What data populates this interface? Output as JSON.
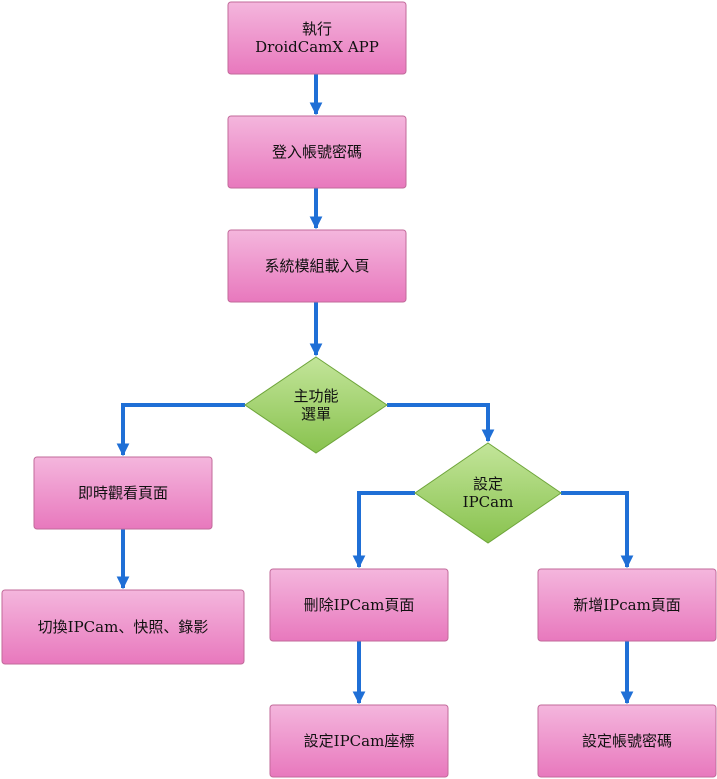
{
  "colors": {
    "box_fill_top": "#f4b6dd",
    "box_fill_bottom": "#e878bd",
    "box_stroke": "#c26a9a",
    "diamond_fill_top": "#c3e59a",
    "diamond_fill_bottom": "#88c24e",
    "diamond_stroke": "#6ea53a",
    "arrow": "#1f6fd6"
  },
  "nodes": [
    {
      "id": "run-app",
      "shape": "box",
      "label": "執行\nDroidCamX APP"
    },
    {
      "id": "login",
      "shape": "box",
      "label": "登入帳號密碼"
    },
    {
      "id": "load-module",
      "shape": "box",
      "label": "系統模組載入頁"
    },
    {
      "id": "main-menu",
      "shape": "diamond",
      "label": "主功能\n選單"
    },
    {
      "id": "live-view",
      "shape": "box",
      "label": "即時觀看頁面"
    },
    {
      "id": "settings",
      "shape": "diamond",
      "label": "設定\nIPCam"
    },
    {
      "id": "switch-cam",
      "shape": "box",
      "label": "切換IPCam、快照、錄影"
    },
    {
      "id": "delete-cam",
      "shape": "box",
      "label": "刪除IPCam頁面"
    },
    {
      "id": "add-cam",
      "shape": "box",
      "label": "新增IPcam頁面"
    },
    {
      "id": "set-cam-coord",
      "shape": "box",
      "label": "設定IPCam座標"
    },
    {
      "id": "set-account",
      "shape": "box",
      "label": "設定帳號密碼"
    }
  ],
  "edges": [
    {
      "from": "run-app",
      "to": "login"
    },
    {
      "from": "login",
      "to": "load-module"
    },
    {
      "from": "load-module",
      "to": "main-menu"
    },
    {
      "from": "main-menu",
      "to": "live-view"
    },
    {
      "from": "main-menu",
      "to": "settings"
    },
    {
      "from": "live-view",
      "to": "switch-cam"
    },
    {
      "from": "settings",
      "to": "delete-cam"
    },
    {
      "from": "settings",
      "to": "add-cam"
    },
    {
      "from": "delete-cam",
      "to": "set-cam-coord"
    },
    {
      "from": "add-cam",
      "to": "set-account"
    }
  ]
}
